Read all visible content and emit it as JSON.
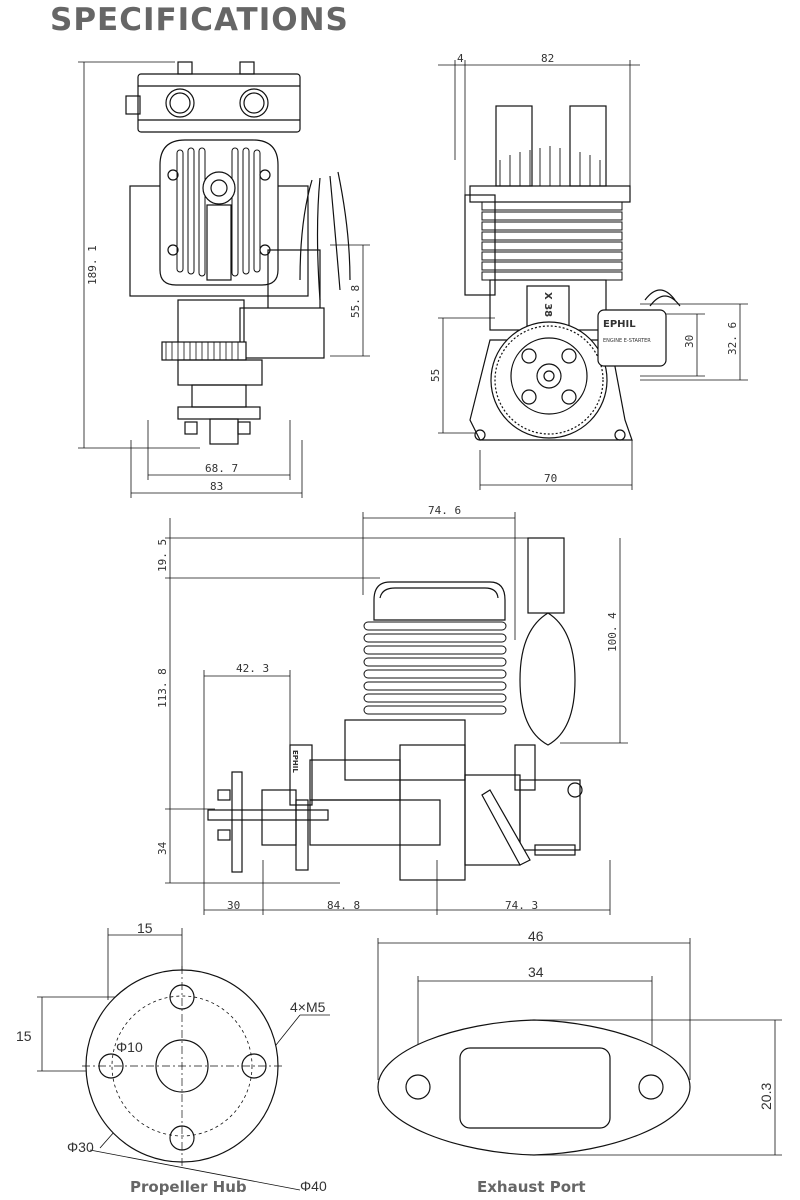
{
  "page": {
    "title": "SPECIFICATIONS"
  },
  "front_view": {
    "height_total": "189. 1",
    "width_inner": "68. 7",
    "width_outer": "83",
    "starter_height": "55. 8"
  },
  "side_view": {
    "top_offset": "4",
    "top_width": "82",
    "mount_height": "55",
    "starter_h1": "30",
    "starter_h2": "32. 6",
    "base_width": "70",
    "brand": "EPHIL",
    "starter_label": "ENGINE E-STARTER",
    "model": "X 38"
  },
  "lower_view": {
    "top_length": "74. 6",
    "top_offset": "19. 5",
    "cyl_height": "113. 8",
    "starter_width": "42. 3",
    "exhaust_height": "100. 4",
    "base_height": "34",
    "hub_len": "30",
    "body_len": "84. 8",
    "rear_len": "74. 3",
    "brand": "EPHIL"
  },
  "hub": {
    "caption": "Propeller Hub",
    "dim_top": "15",
    "dim_left": "15",
    "bolts": "4×M5",
    "center_dia": "Φ10",
    "inner_dia": "Φ30",
    "outer_dia": "Φ40"
  },
  "exhaust": {
    "caption": "Exhaust Port",
    "outer_width": "46",
    "hole_spacing": "34",
    "height": "20.3"
  }
}
